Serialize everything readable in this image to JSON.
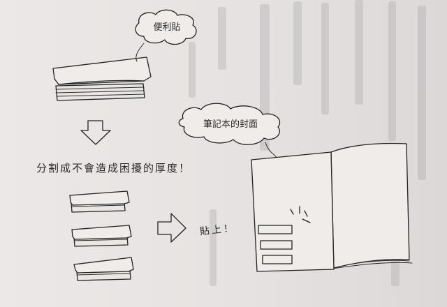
{
  "labels": {
    "sticky_notes": "便利貼",
    "notebook_cover": "筆記本的封面",
    "split_instruction": "分割成不會造成困擾的厚度！",
    "stick_on": "貼上！"
  }
}
